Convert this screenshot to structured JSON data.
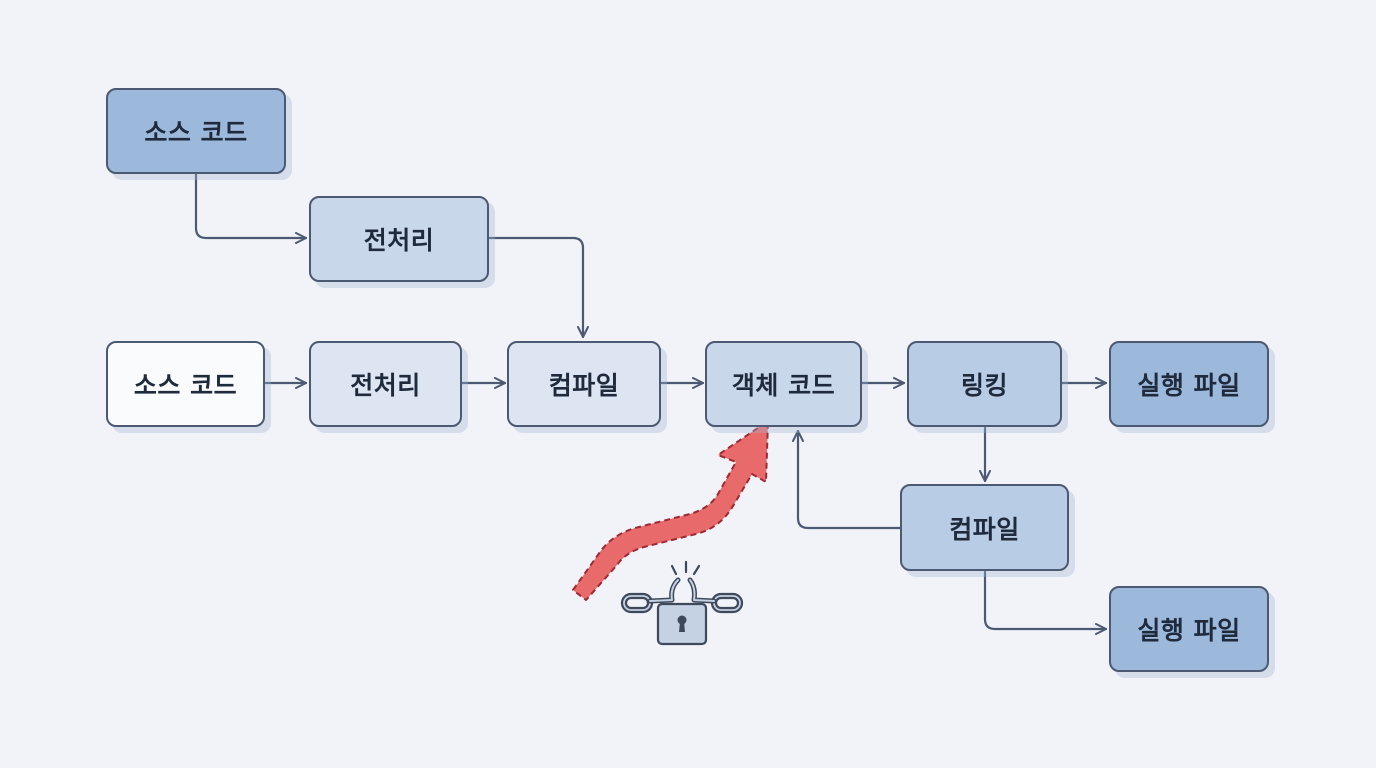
{
  "diagram": {
    "title": "",
    "nodes": {
      "top_source": {
        "label": "소스 코드"
      },
      "top_preprocess": {
        "label": "전처리"
      },
      "main_source": {
        "label": "소스 코드"
      },
      "main_preprocess": {
        "label": "전처리"
      },
      "main_compile": {
        "label": "컴파일"
      },
      "object_code": {
        "label": "객체 코드"
      },
      "linking": {
        "label": "링킹"
      },
      "main_executable": {
        "label": "실행 파일"
      },
      "branch_compile": {
        "label": "컴파일"
      },
      "branch_executable": {
        "label": "실행 파일"
      }
    },
    "edges": [
      {
        "from": "top_source",
        "to": "top_preprocess"
      },
      {
        "from": "top_preprocess",
        "to": "main_compile"
      },
      {
        "from": "main_source",
        "to": "main_preprocess"
      },
      {
        "from": "main_preprocess",
        "to": "main_compile"
      },
      {
        "from": "main_compile",
        "to": "object_code"
      },
      {
        "from": "object_code",
        "to": "linking"
      },
      {
        "from": "linking",
        "to": "main_executable"
      },
      {
        "from": "linking",
        "to": "branch_compile"
      },
      {
        "from": "branch_compile",
        "to": "object_code"
      },
      {
        "from": "branch_compile",
        "to": "branch_executable"
      }
    ],
    "annotations": {
      "attack_arrow": {
        "icon": "red-dashed-arrow",
        "target": "object_code",
        "color": "#e86a6a"
      },
      "broken_lock": {
        "icon": "broken-chain-padlock-icon"
      }
    },
    "colors": {
      "background": "#f1f3f8",
      "stroke": "#4b5a72",
      "white": "#fafbfd",
      "pale": "#dce5f1",
      "light": "#c8d7ea",
      "mid": "#b8cce5",
      "dark": "#9cb9dc",
      "accent_red": "#e86a6a"
    }
  }
}
